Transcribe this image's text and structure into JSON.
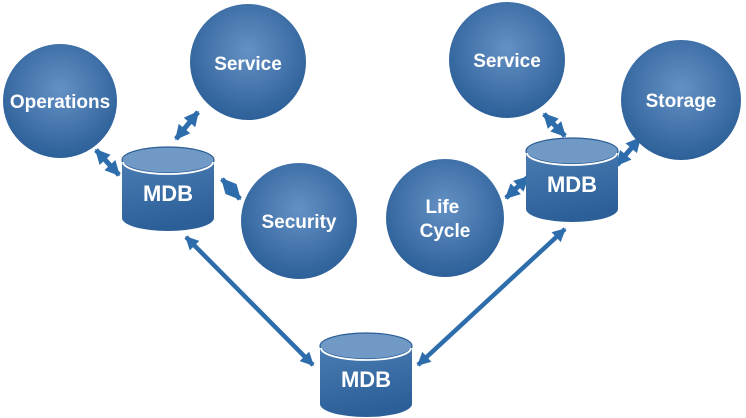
{
  "nodes": {
    "operations": {
      "label": "Operations"
    },
    "service_left": {
      "label": "Service"
    },
    "security": {
      "label": "Security"
    },
    "life_cycle": {
      "line1": "Life",
      "line2": "Cycle"
    },
    "service_right": {
      "label": "Service"
    },
    "storage": {
      "label": "Storage"
    }
  },
  "databases": {
    "mdb_left": {
      "label": "MDB"
    },
    "mdb_right": {
      "label": "MDB"
    },
    "mdb_bottom": {
      "label": "MDB"
    }
  },
  "connections": [
    {
      "from": "operations",
      "to": "mdb_left",
      "bidirectional": true
    },
    {
      "from": "service_left",
      "to": "mdb_left",
      "bidirectional": true
    },
    {
      "from": "mdb_left",
      "to": "security",
      "bidirectional": true
    },
    {
      "from": "service_right",
      "to": "mdb_right",
      "bidirectional": true
    },
    {
      "from": "life_cycle",
      "to": "mdb_right",
      "bidirectional": true
    },
    {
      "from": "mdb_right",
      "to": "storage",
      "bidirectional": true
    },
    {
      "from": "mdb_left",
      "to": "mdb_bottom",
      "bidirectional": true
    },
    {
      "from": "mdb_right",
      "to": "mdb_bottom",
      "bidirectional": true
    }
  ],
  "colors": {
    "sphere_light": "#6491c5",
    "sphere_dark": "#2b5e97",
    "cylinder_top": "#7099c6",
    "cylinder_outline": "#295c95",
    "cylinder_body_light": "#4a7db3",
    "cylinder_body_dark": "#2c5f98",
    "rim": "#ffffff",
    "arrow": "#2e6dac",
    "label_text": "#ffffff",
    "background": "#ffffff"
  }
}
